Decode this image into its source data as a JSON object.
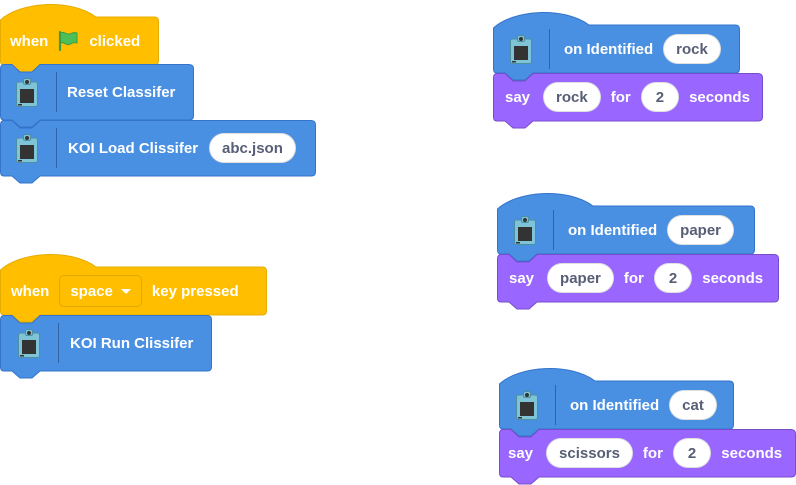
{
  "colors": {
    "events": "#ffbf00",
    "events_border": "#e6ac00",
    "extension": "#4a90e2",
    "extension_border": "#3373cc",
    "looks": "#9966ff",
    "looks_border": "#774dcb",
    "flag": "#4cbf56",
    "input_text": "#575e75"
  },
  "stacks": [
    {
      "hat": {
        "prefix": "when",
        "icon": "green-flag-icon",
        "suffix": "clicked"
      },
      "blocks": [
        {
          "icon": "koi-device-icon",
          "label": "Reset Classifer"
        },
        {
          "icon": "koi-device-icon",
          "label": "KOI Load Clissifer",
          "input": "abc.json"
        }
      ]
    },
    {
      "hat": {
        "prefix": "when",
        "dropdown": "space",
        "suffix": "key pressed"
      },
      "blocks": [
        {
          "icon": "koi-device-icon",
          "label": "KOI Run Clissifer"
        }
      ]
    },
    {
      "hat": {
        "icon": "koi-device-icon",
        "label": "on Identified",
        "input": "rock"
      },
      "say": {
        "say": "say",
        "message": "rock",
        "for": "for",
        "secs": "2",
        "seconds": "seconds"
      }
    },
    {
      "hat": {
        "icon": "koi-device-icon",
        "label": "on Identified",
        "input": "paper"
      },
      "say": {
        "say": "say",
        "message": "paper",
        "for": "for",
        "secs": "2",
        "seconds": "seconds"
      }
    },
    {
      "hat": {
        "icon": "koi-device-icon",
        "label": "on Identified",
        "input": "cat"
      },
      "say": {
        "say": "say",
        "message": "scissors",
        "for": "for",
        "secs": "2",
        "seconds": "seconds"
      }
    }
  ]
}
